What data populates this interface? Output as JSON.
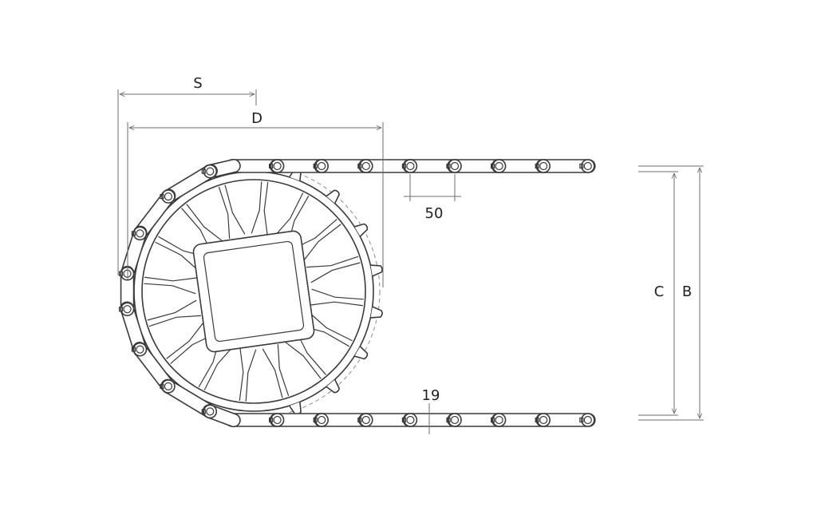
{
  "dimensions": {
    "s": "S",
    "d": "D",
    "pitch": "50",
    "c": "C",
    "b": "B",
    "thickness": "19"
  },
  "colors": {
    "line": "#3a3a3a",
    "dimension": "#6e6e6e",
    "text": "#1f1f1f",
    "background": "#ffffff"
  }
}
